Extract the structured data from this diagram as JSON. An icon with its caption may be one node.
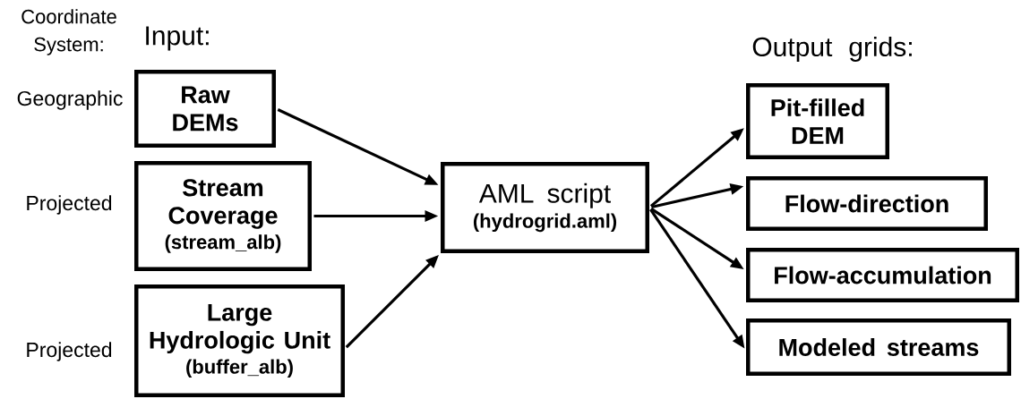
{
  "diagram": {
    "nodes": [
      {
        "text": [
          "Raw DEMs"
        ]
      },
      {
        "text": [
          "Stream Coverage",
          "(stream_alb)"
        ]
      },
      {
        "text": [
          "Large Hydrologic Unit",
          "(buffer_alb)"
        ]
      },
      {
        "text": [
          "AML script",
          "(hydrogrid.aml)"
        ]
      },
      {
        "text": [
          "Pit-filled DEM"
        ]
      },
      {
        "text": [
          "Flow-direction"
        ]
      },
      {
        "text": [
          "Flow-accumulation"
        ]
      },
      {
        "text": [
          "Modeled streams"
        ]
      }
    ],
    "edges": [
      {
        "from": 0,
        "to": 3,
        "arrow": "to"
      },
      {
        "from": 1,
        "to": 3,
        "arrow": "to"
      },
      {
        "from": 2,
        "to": 3,
        "arrow": "to"
      },
      {
        "from": 3,
        "to": 4,
        "arrow": "to"
      },
      {
        "from": 3,
        "to": 5,
        "arrow": "to"
      },
      {
        "from": 3,
        "to": 6,
        "arrow": "to"
      },
      {
        "from": 3,
        "to": 7,
        "arrow": "to"
      }
    ],
    "labels": [
      "Coordinate System:",
      "Input:",
      "Geographic",
      "Projected",
      "Projected",
      "Output grids:"
    ]
  }
}
